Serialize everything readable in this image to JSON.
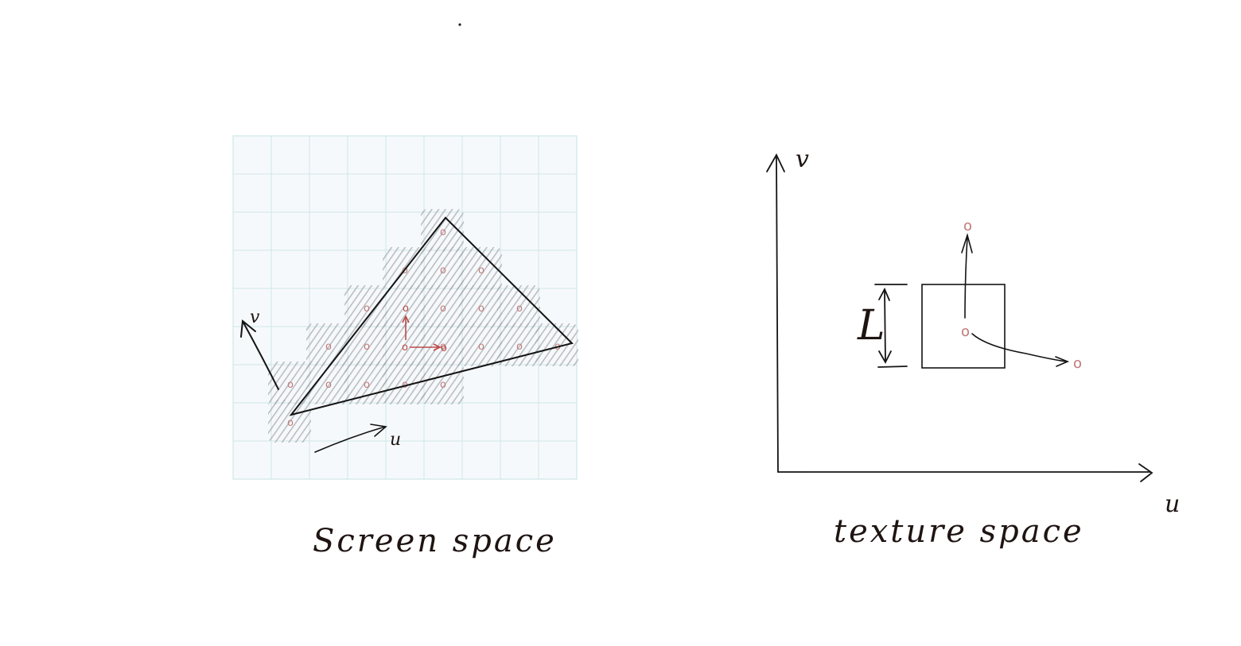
{
  "screen_space": {
    "caption": "Screen space",
    "u_label": "u",
    "v_label": "v",
    "sample_glyph": "o"
  },
  "texture_space": {
    "caption": "texture space",
    "u_axis_label": "u",
    "v_axis_label": "v",
    "length_label": "L",
    "sample_glyph": "o"
  },
  "colors": {
    "grid_bg": "#f6f9fb",
    "grid_line": "#cfe6ea",
    "hatch": "#a9aaad",
    "sample": "#c07a7a",
    "ink": "#141414"
  }
}
